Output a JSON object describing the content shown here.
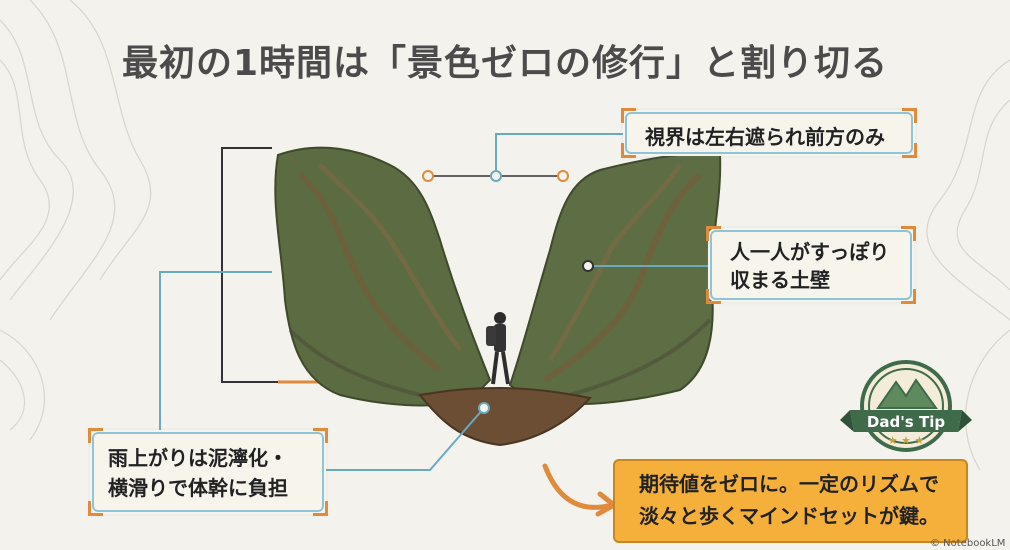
{
  "title": "最初の1時間は「景色ゼロの修行」と割り切る",
  "callouts": {
    "view": "視界は左右遮られ前方のみ",
    "wall_line1": "人一人がすっぽり",
    "wall_line2": "収まる土壁",
    "mud_line1": "雨上がりは泥濘化・",
    "mud_line2": "横滑りで体幹に負担"
  },
  "badge": {
    "label": "Dad's Tip"
  },
  "tip": {
    "line1": "期待値をゼロに。一定のリズムで",
    "line2": "淡々と歩くマインドセットが鍵。"
  },
  "credit": "© NotebookLM",
  "colors": {
    "accent_orange": "#e08a3c",
    "callout_border": "#8ec4d8",
    "tip_background": "#f4b03a",
    "badge_green": "#3f6b4a"
  }
}
